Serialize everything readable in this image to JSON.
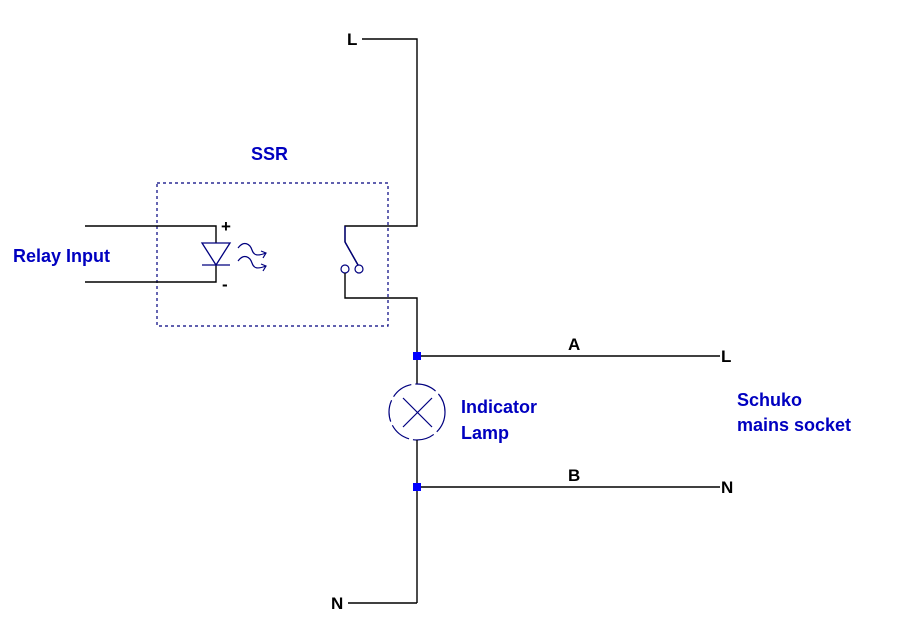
{
  "diagram": {
    "title": "SSR indicator lamp wiring",
    "colors": {
      "wire": "#000000",
      "component": "#00007f",
      "label": "#0000c0",
      "node": "#0000ff"
    },
    "labels": {
      "ssr": "SSR",
      "relay_input": "Relay Input",
      "plus": "+",
      "minus": "-",
      "supply_L": "L",
      "supply_N": "N",
      "lamp_line1": "Indicator",
      "lamp_line2": "Lamp",
      "wire_a": "A",
      "wire_b": "B",
      "socket_L": "L",
      "socket_N": "N",
      "socket_line1": "Schuko",
      "socket_line2": "mains socket"
    },
    "components": [
      {
        "id": "ssr",
        "type": "solid-state-relay",
        "label": "SSR"
      },
      {
        "id": "led",
        "type": "led-optocoupler-emitter"
      },
      {
        "id": "switch",
        "type": "spst-switch"
      },
      {
        "id": "lamp",
        "type": "indicator-lamp",
        "label": "Indicator Lamp"
      },
      {
        "id": "socket",
        "type": "mains-socket",
        "label": "Schuko mains socket"
      }
    ]
  }
}
